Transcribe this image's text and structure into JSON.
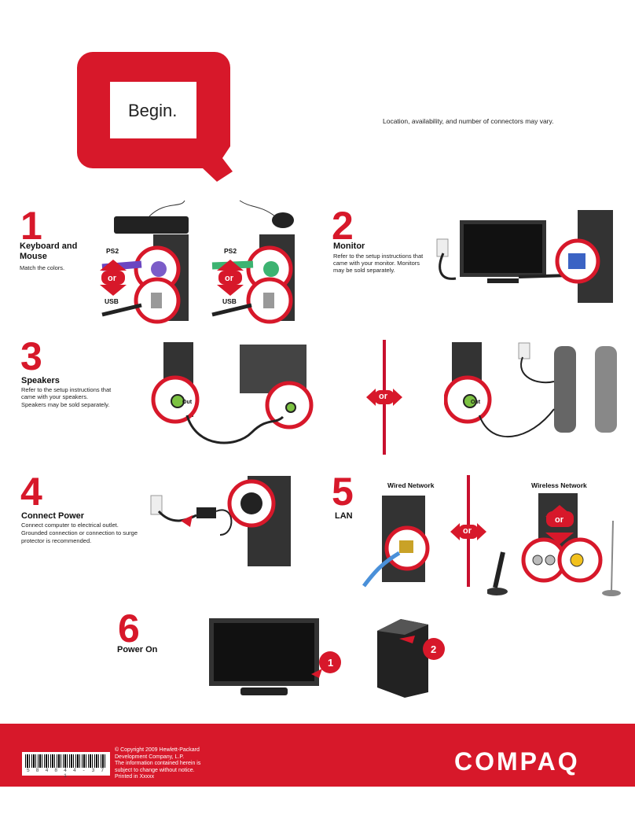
{
  "header": {
    "begin": "Begin.",
    "note": "Location, availability, and number of connectors may vary."
  },
  "steps": {
    "s1": {
      "num": "1",
      "title_line1": "Keyboard and",
      "title_line2": "Mouse",
      "desc": "Match the colors."
    },
    "s2": {
      "num": "2",
      "title": "Monitor",
      "desc1": "Refer to the setup instructions that",
      "desc2": "came with your monitor. Monitors",
      "desc3": "may be sold separately."
    },
    "s3": {
      "num": "3",
      "title": "Speakers",
      "desc1": "Refer to the setup instructions that",
      "desc2": "came with your speakers.",
      "desc3": "Speakers may be sold separately."
    },
    "s4": {
      "num": "4",
      "title": "Connect Power",
      "desc1": "Connect computer to electrical outlet.",
      "desc2": "Grounded connection or connection to surge",
      "desc3": "protector is recommended."
    },
    "s5": {
      "num": "5",
      "title": "LAN",
      "wired": "Wired Network",
      "wireless": "Wireless Network"
    },
    "s6": {
      "num": "6",
      "title": "Power On"
    }
  },
  "labels": {
    "ps2": "PS2",
    "usb": "USB",
    "or": "or",
    "out": "Out",
    "one": "1",
    "two": "2"
  },
  "footer": {
    "barcode": "5 8 4 8 4 4 - 3 7 1",
    "legal1": "© Copyright 2009 Hewlett-Packard",
    "legal2": "Development Company, L.P.",
    "legal3": "The information contained herein is",
    "legal4": "subject to change without notice.",
    "legal5": "Printed in Xxxxx",
    "logo": "COMPAQ"
  },
  "colors": {
    "brand_red": "#d7182a",
    "ps2_purple": "#6b46c1",
    "ps2_green": "#3cb371",
    "audio_green": "#7cc242"
  }
}
